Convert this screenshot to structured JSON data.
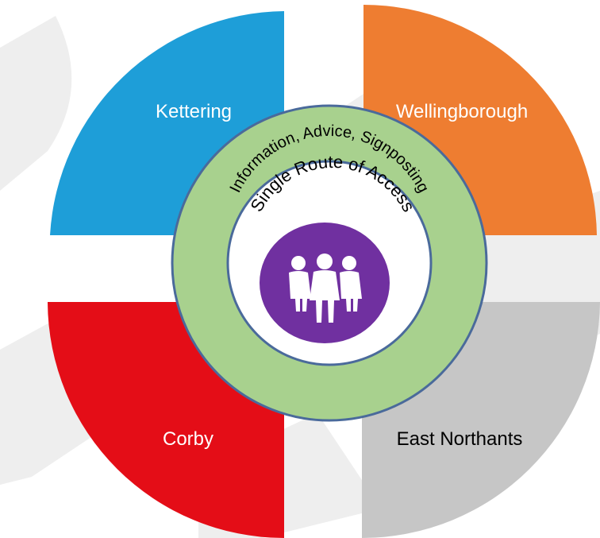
{
  "quadrants": {
    "top_left": {
      "label": "Kettering",
      "color": "#1e9ed8"
    },
    "top_right": {
      "label": "Wellingborough",
      "color": "#ee7d31"
    },
    "bottom_left": {
      "label": "Corby",
      "color": "#e40d17"
    },
    "bottom_right": {
      "label": "East Northants",
      "color": "#c6c6c6"
    }
  },
  "rings": {
    "outer_text": "Information, Advice, Signposting",
    "outer_color": "#a8d18e",
    "inner_text": "Single Route of Access",
    "inner_color": "#ffffff"
  },
  "center": {
    "icon": "people-group-icon",
    "color": "#7030a0"
  },
  "background": {
    "watermark_color": "#eeeeee"
  }
}
